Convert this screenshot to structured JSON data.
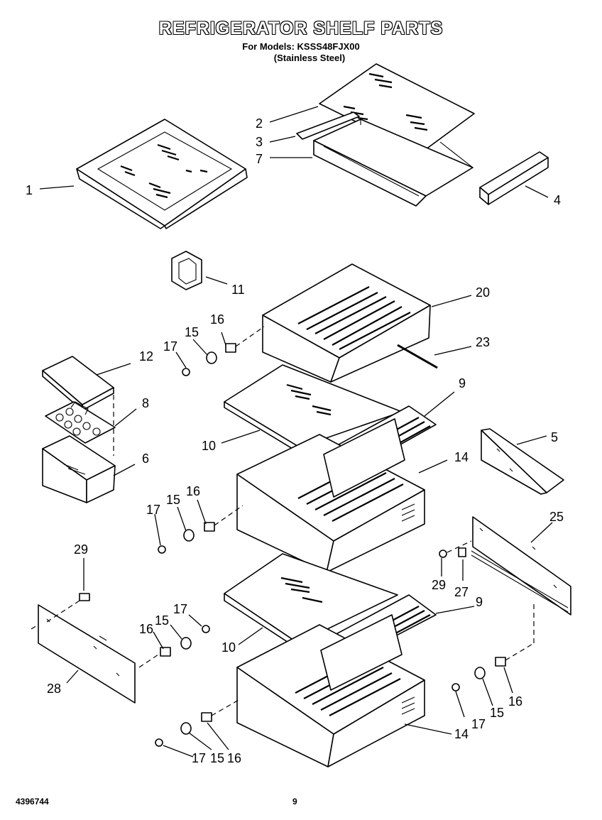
{
  "header": {
    "title": "REFRIGERATOR SHELF PARTS",
    "models": "For Models: KSSS48FJX00",
    "finish": "(Stainless Steel)"
  },
  "footer": {
    "document_number": "4396744",
    "page_number": "9"
  },
  "callouts": {
    "part_1": "1",
    "part_2": "2",
    "part_3": "3",
    "part_7": "7",
    "part_4": "4",
    "part_11": "11",
    "part_20": "20",
    "part_23": "23",
    "part_16_a": "16",
    "part_15_a": "15",
    "part_17_a": "17",
    "part_12": "12",
    "part_8": "8",
    "part_9_a": "9",
    "part_6": "6",
    "part_10_a": "10",
    "part_14_a": "14",
    "part_5": "5",
    "part_16_b": "16",
    "part_15_b": "15",
    "part_17_b": "17",
    "part_25": "25",
    "part_29_a": "29",
    "part_29_b": "29",
    "part_27": "27",
    "part_9_b": "9",
    "part_17_c": "17",
    "part_15_c": "15",
    "part_16_c": "16",
    "part_10_b": "10",
    "part_28": "28",
    "part_16_d": "16",
    "part_15_d": "15",
    "part_17_d": "17",
    "part_14_b": "14",
    "part_17_e": "17",
    "part_15_e": "15",
    "part_16_e": "16"
  }
}
